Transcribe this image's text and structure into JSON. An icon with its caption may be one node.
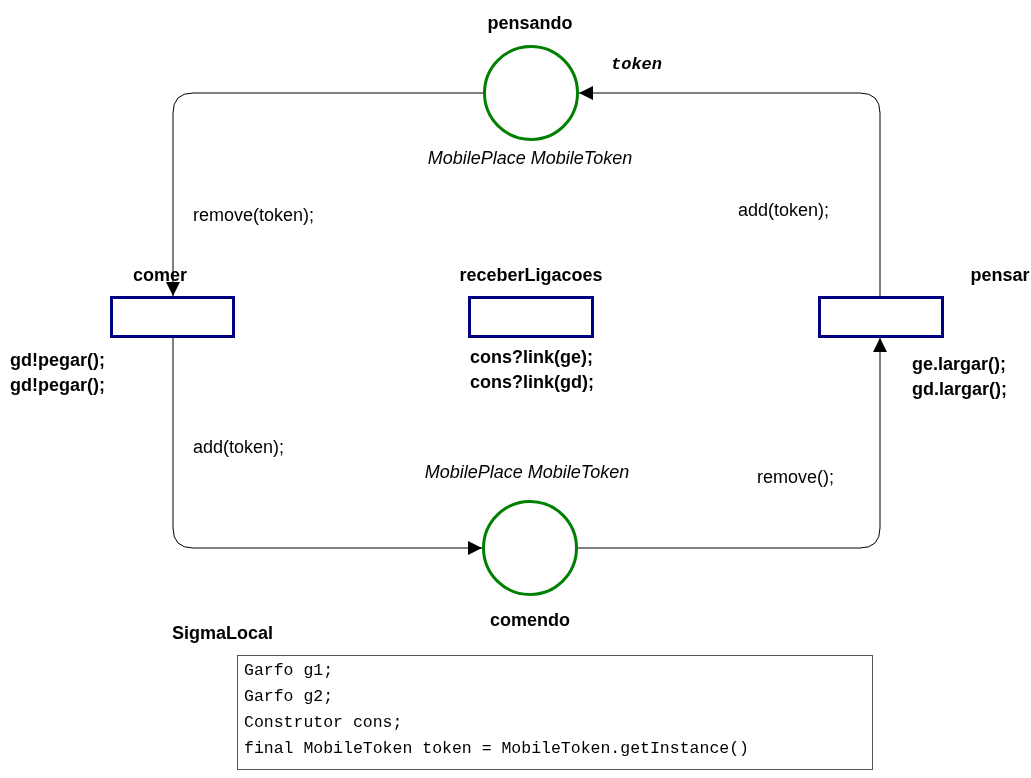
{
  "diagram": {
    "nodes": [
      {
        "text": [
          "pensando"
        ],
        "beside": [
          "MobilePlace MobileToken"
        ]
      },
      {
        "text": [
          "comer"
        ],
        "beside": [
          "gd!pegar();",
          "gd!pegar();"
        ]
      },
      {
        "text": [
          "receberLigacoes"
        ],
        "beside": [
          "cons?link(ge);",
          "cons?link(gd);"
        ]
      },
      {
        "text": [
          "pensar"
        ],
        "beside": [
          "ge.largar();",
          "gd.largar();"
        ]
      },
      {
        "text": [
          "comendo"
        ],
        "beside": [
          "MobilePlace MobileToken"
        ]
      },
      {
        "text": [
          "SigmaLocal",
          "Garfo g1;",
          "Garfo g2;",
          "Construtor cons;",
          "final MobileToken token = MobileToken.getInstance()"
        ]
      }
    ],
    "edges": [
      {
        "from": 0,
        "to": 1,
        "arrow": "to",
        "label": "remove(token);"
      },
      {
        "from": 1,
        "to": 4,
        "arrow": "to",
        "label": "add(token);"
      },
      {
        "from": 4,
        "to": 3,
        "arrow": "to",
        "label": "remove();"
      },
      {
        "from": 3,
        "to": 0,
        "arrow": "to",
        "label": "add(token);"
      }
    ],
    "labels": [
      "token"
    ]
  }
}
